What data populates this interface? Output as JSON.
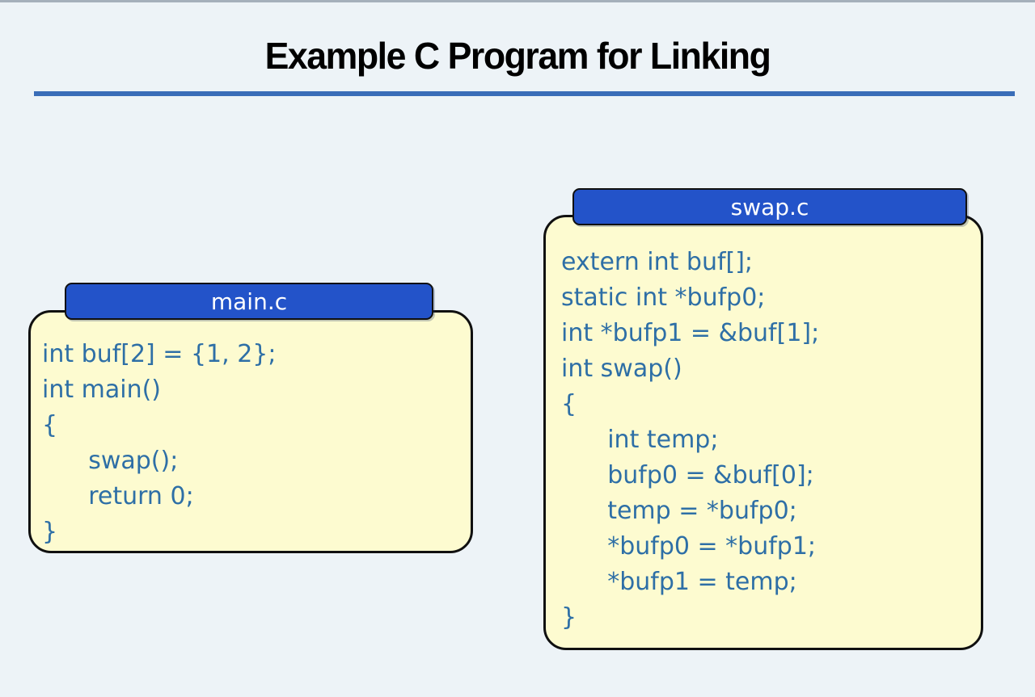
{
  "title": "Example C Program for Linking",
  "colors": {
    "background": "#edf3f7",
    "tab_blue": "#2353c9",
    "rule_blue": "#3a6db8",
    "code_text_blue": "#2e6fa6",
    "panel_yellow": "#fdfbd0",
    "title_black": "#000000"
  },
  "boxes": [
    {
      "label": "main.c",
      "code": [
        "int buf[2] = {1, 2};",
        "int main()",
        "{",
        "      swap();",
        "      return 0;",
        "}"
      ]
    },
    {
      "label": "swap.c",
      "code": [
        "extern int buf[];",
        "static int *bufp0;",
        "int *bufp1 = &buf[1];",
        "int swap()",
        "{",
        "      int temp;",
        "      bufp0 = &buf[0];",
        "      temp = *bufp0;",
        "      *bufp0 = *bufp1;",
        "      *bufp1 = temp;",
        "}"
      ]
    }
  ]
}
